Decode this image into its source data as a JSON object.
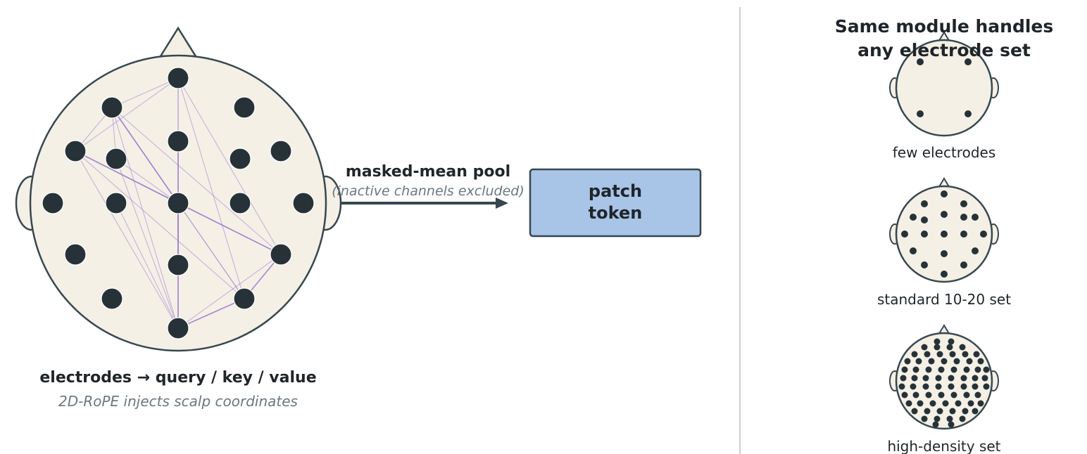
{
  "left_panel": {
    "caption_main": "electrodes  →  query / key / value",
    "caption_sub": "2D-RoPE injects scalp coordinates"
  },
  "arrow": {
    "label_main": "masked-mean pool",
    "label_sub": "(inactive channels excluded)"
  },
  "token_box": {
    "line1": "patch",
    "line2": "token"
  },
  "right_panel": {
    "title_line1": "Same module handles",
    "title_line2": "any electrode set",
    "heads": [
      {
        "label": "few electrodes"
      },
      {
        "label": "standard 10-20 set"
      },
      {
        "label": "high-density set"
      }
    ]
  },
  "colors": {
    "head_fill": "#f4f0e6",
    "outline": "#37474f",
    "electrode": "#263238",
    "connection": "#9575cd",
    "token_fill": "#a8c4e6",
    "text_dark": "#1f2529",
    "text_muted": "#6b7780",
    "divider": "#d0d0d0"
  }
}
